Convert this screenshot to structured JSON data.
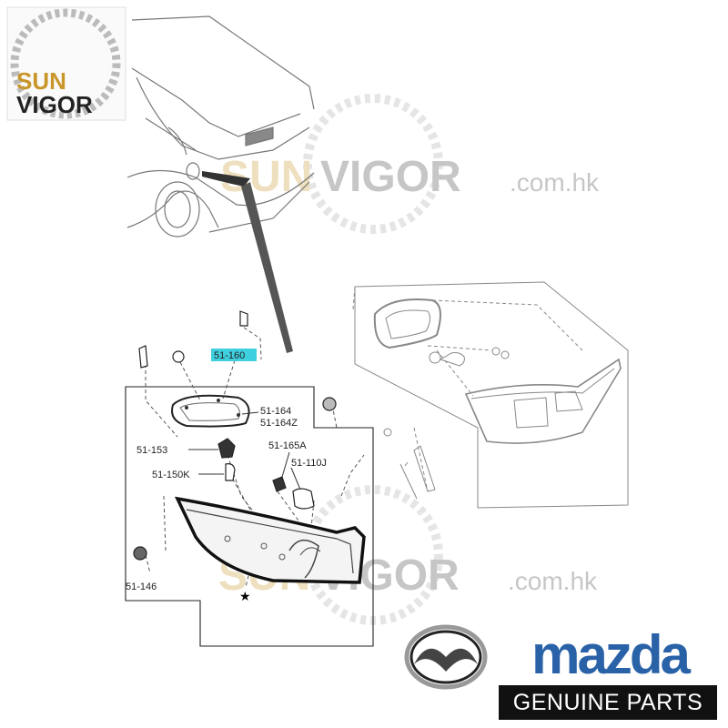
{
  "logo": {
    "line1": "SUN",
    "line2": "VIGOR"
  },
  "watermark": {
    "brand_part1": "SUN",
    "brand_part2": "VIGOR",
    "domain": ".com.hk"
  },
  "callouts": {
    "part_51_160": "51-160",
    "part_51_164": "51-164",
    "part_51_164z": "51-164Z",
    "part_51_165a": "51-165A",
    "part_51_153": "51-153",
    "part_51_110j": "51-110J",
    "part_51_150k": "51-150K",
    "part_51_146": "51-146",
    "star_marker": "★"
  },
  "brand": {
    "wordmark": "mazda",
    "tagline": "GENUINE PARTS"
  },
  "colors": {
    "wordmark_blue": "#2a62a8",
    "highlight_cyan": "#3fd0e0",
    "logo_gold": "#c9962a"
  }
}
